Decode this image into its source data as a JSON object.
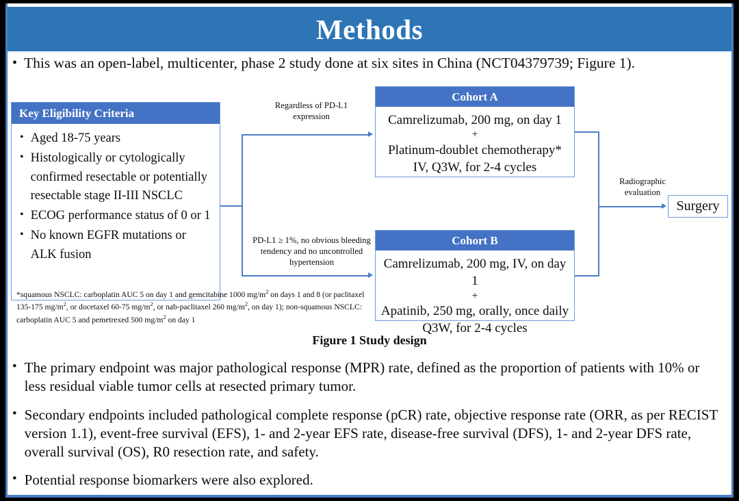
{
  "slide": {
    "title": "Methods",
    "lead_bullet": "This was an open-label, multicenter, phase 2 study done at six sites in China (NCT04379739; Figure 1).",
    "figure_caption": "Figure 1 Study design"
  },
  "colors": {
    "banner_blue": "#2E75B6",
    "header_blue": "#4472C4",
    "line_blue": "#4A7EC4",
    "border_blue": "#6F9BD8",
    "text": "#0D0D0D"
  },
  "diagram": {
    "eligibility": {
      "title": "Key  Eligibility Criteria",
      "items": [
        "Aged 18-75 years",
        "Histologically or cytologically confirmed resectable or potentially resectable stage II-III  NSCLC",
        "ECOG performance status of 0 or 1",
        "No known EGFR mutations or ALK fusion"
      ]
    },
    "footnote_lines": [
      "*squamous NSCLC: carboplatin AUC 5 on day 1 and gemcitabine 1000 mg/m",
      " on days 1 and 8 (or paclitaxel 135-175 mg/m",
      ", or docetaxel 60-75 mg/m",
      ", or nab-paclitaxel 260 mg/m",
      ", on day 1); non-squamous NSCLC: carboplatin AUC 5 and pemetrexed 500 mg/m",
      " on day 1"
    ],
    "branch_labels": {
      "upper": "Regardless of PD-L1 expression",
      "lower": "PD-L1 ≥ 1%, no obvious bleeding tendency and no uncontrolled hypertension",
      "right": "Radiographic evaluation"
    },
    "cohort_a": {
      "title": "Cohort A",
      "line1": "Camrelizumab, 200 mg, on day 1",
      "plus": "+",
      "line2": "Platinum-doublet chemotherapy*",
      "line3": "IV, Q3W, for 2-4 cycles"
    },
    "cohort_b": {
      "title": "Cohort B",
      "line1": "Camrelizumab, 200 mg, IV, on day 1",
      "plus": "+",
      "line2": "Apatinib, 250 mg, orally, once daily",
      "line3": "Q3W, for 2-4 cycles"
    },
    "surgery": {
      "label": "Surgery"
    }
  },
  "bullets": [
    "The primary endpoint was major pathological response (MPR) rate, defined as the proportion of patients with 10% or less residual viable tumor cells at resected primary tumor.",
    "Secondary endpoints included pathological complete response (pCR) rate, objective response rate (ORR, as per RECIST version 1.1), event-free survival (EFS), 1- and 2-year EFS rate, disease-free survival (DFS), 1- and 2-year DFS rate, overall survival (OS), R0 resection rate, and safety.",
    "Potential response biomarkers were also explored."
  ],
  "bullet_marker": "•"
}
